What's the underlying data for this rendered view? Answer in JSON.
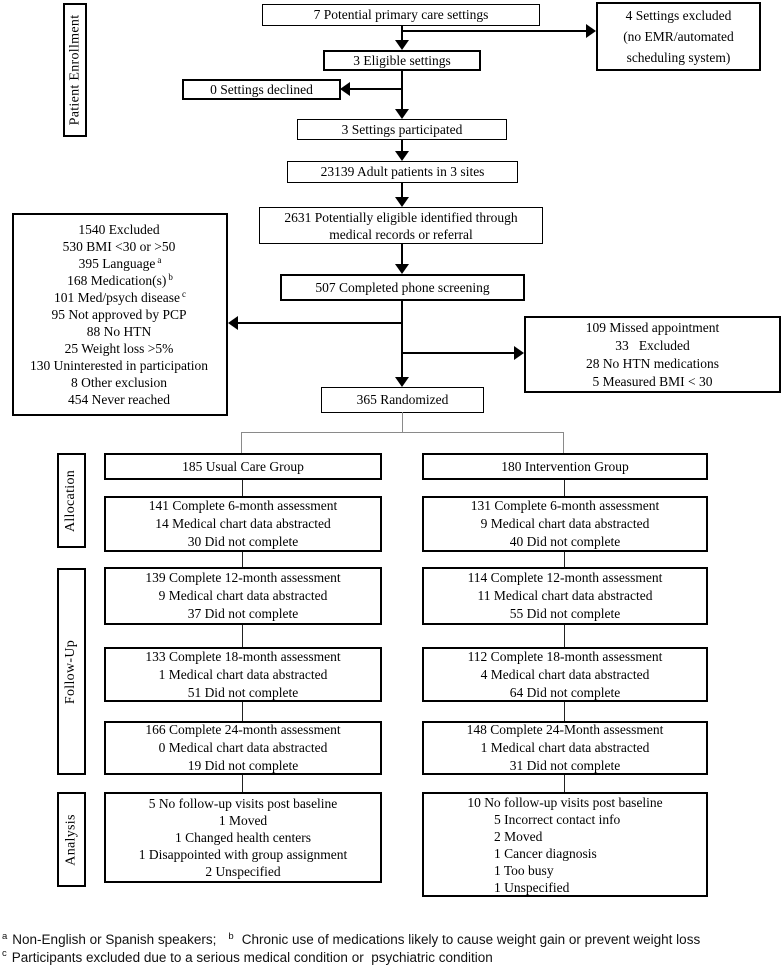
{
  "figure": {
    "type": "consort-flow-diagram"
  },
  "colors": {
    "box_border": "#000000",
    "text": "#000000",
    "background": "#ffffff",
    "connector": "#000000",
    "split_connector": "#8a8a8a"
  },
  "section_labels": {
    "enrollment": "Patient Enrollment",
    "allocation": "Allocation",
    "followup": "Follow-Up",
    "analysis": "Analysis"
  },
  "flow": {
    "potential": "7 Potential primary care settings",
    "settings_excluded": [
      "4 Settings excluded",
      "(no EMR/automated",
      "scheduling system)"
    ],
    "eligible": "3 Eligible settings",
    "declined": "0 Settings declined",
    "participated": "3 Settings participated",
    "adult_patients": "23139 Adult patients in 3 sites",
    "potentially_eligible": [
      "2631 Potentially eligible identified through",
      "medical records or referral"
    ],
    "excluded_box": {
      "lines": [
        {
          "text": "1540 Excluded"
        },
        {
          "text": "530 BMI <30 or >50"
        },
        {
          "text": "395 Language",
          "sup": "a"
        },
        {
          "text": "168 Medication(s)",
          "sup": "b"
        },
        {
          "text": "101 Med/psych disease",
          "sup": "c"
        },
        {
          "text": "95 Not approved by PCP"
        },
        {
          "text": "88 No HTN"
        },
        {
          "text": "25 Weight loss >5%"
        },
        {
          "text": "130 Uninterested in participation"
        },
        {
          "text": "8 Other exclusion"
        },
        {
          "text": "454 Never reached"
        }
      ]
    },
    "phone_screening": "507 Completed phone screening",
    "missed_appointment": [
      "109 Missed appointment",
      "33   Excluded",
      "28 No HTN medications",
      "5 Measured BMI < 30"
    ],
    "randomized": "365 Randomized"
  },
  "columns": {
    "usual_care": {
      "group": "185 Usual Care Group",
      "month6": [
        "141 Complete 6-month assessment",
        "14 Medical chart data abstracted",
        "30 Did not complete"
      ],
      "month12": [
        "139 Complete 12-month assessment",
        "9 Medical chart data abstracted",
        "37 Did not complete"
      ],
      "month18": [
        "133 Complete 18-month assessment",
        "1 Medical chart data abstracted",
        "51 Did not complete"
      ],
      "month24": [
        "166 Complete 24-month assessment",
        "0 Medical chart data abstracted",
        "19 Did not complete"
      ],
      "analysis": [
        "5 No follow-up visits post baseline",
        "1 Moved",
        "1 Changed health centers",
        "1 Disappointed with group assignment",
        "2 Unspecified"
      ]
    },
    "intervention": {
      "group": "180 Intervention Group",
      "month6": [
        "131 Complete 6-month assessment",
        "9 Medical chart data abstracted",
        "40 Did not complete"
      ],
      "month12": [
        "114 Complete 12-month assessment",
        "11 Medical chart data abstracted",
        "55 Did not complete"
      ],
      "month18": [
        "112 Complete 18-month assessment",
        "4 Medical chart data abstracted",
        "64 Did not complete"
      ],
      "month24": [
        "148 Complete 24-Month assessment",
        "1 Medical chart data abstracted",
        "31 Did not complete"
      ],
      "analysis": {
        "first": "10 No follow-up visits post baseline",
        "items": [
          "5 Incorrect contact info",
          "2 Moved",
          "1 Cancer diagnosis",
          "1 Too busy",
          "1 Unspecified"
        ]
      }
    }
  },
  "footnotes": {
    "a_sup": "a",
    "a_text": "Non-English or Spanish speakers;",
    "b_sup": "b",
    "b_text": "Chronic use of medications likely to cause weight gain or prevent weight loss",
    "c_sup": "c",
    "c_text": "Participants excluded due to a serious medical condition or  psychiatric condition"
  }
}
